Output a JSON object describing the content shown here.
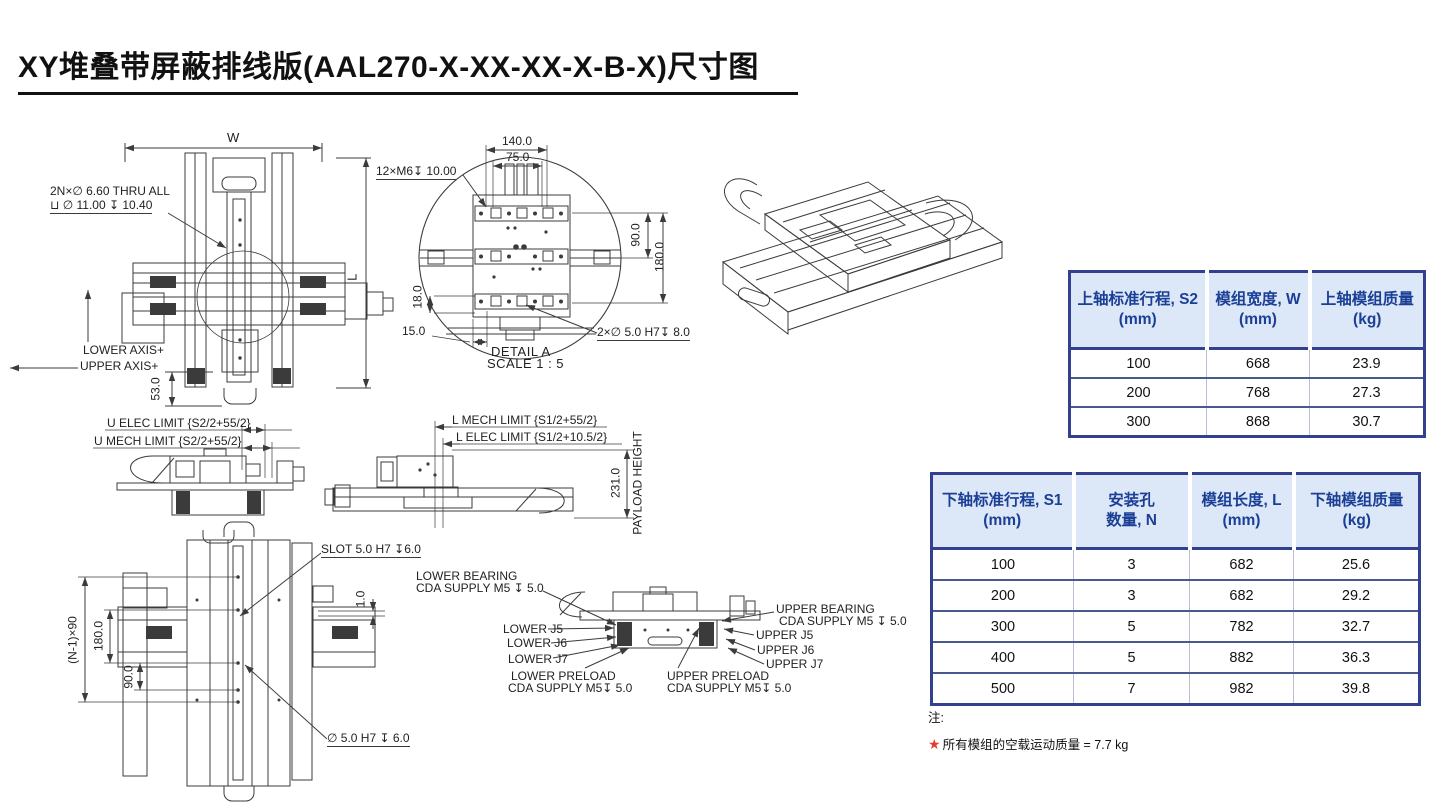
{
  "title": "XY堆叠带屏蔽排线版(AAL270-X-XX-XX-X-B-X)尺寸图",
  "front_view": {
    "dim_w": "W",
    "dim_l": "L",
    "hole_note_line1": "2N×∅ 6.60 THRU ALL",
    "hole_note_line2": "⊔ ∅ 11.00 ↧ 10.40",
    "lower_axis_label": "LOWER AXIS+",
    "upper_axis_label": "UPPER AXIS+",
    "dim_53": "53.0"
  },
  "detail_a": {
    "dim_140": "140.0",
    "dim_75": "75.0",
    "thread_note": "12×M6↧ 10.00",
    "dim_90": "90.0",
    "dim_180": "180.0",
    "dim_18": "18.0",
    "dim_15": "15.0",
    "pin_note": "2×∅ 5.0 H7↧ 8.0",
    "caption_title": "DETAIL A",
    "caption_scale": "SCALE 1 : 5"
  },
  "upper_side_view": {
    "elec_limit": "U ELEC LIMIT {S2/2+55/2}",
    "mech_limit": "U MECH LIMIT {S2/2+55/2}"
  },
  "lower_side_view": {
    "mech_limit": "L MECH LIMIT {S1/2+55/2}",
    "elec_limit": "L ELEC LIMIT {S1/2+10.5/2}",
    "dim_231": "231.0",
    "payload_height": "PAYLOAD HEIGHT"
  },
  "bottom_view": {
    "dim_pitch": "(N-1)×90",
    "dim_180": "180.0",
    "dim_90": "90.0",
    "dim_1": "1.0",
    "slot_note": "SLOT 5.0 H7 ↧6.0",
    "pin_note": "∅ 5.0 H7 ↧ 6.0"
  },
  "cda_view": {
    "lower_bearing_line1": "LOWER BEARING",
    "lower_bearing_line2": "CDA SUPPLY M5 ↧ 5.0",
    "upper_bearing_line1": "UPPER BEARING",
    "upper_bearing_line2": "CDA SUPPLY M5 ↧ 5.0",
    "lower_j5": "LOWER J5",
    "lower_j6": "LOWER J6",
    "lower_j7": "LOWER J7",
    "upper_j5": "UPPER J5",
    "upper_j6": "UPPER J6",
    "upper_j7": "UPPER J7",
    "lower_preload_line1": "LOWER PRELOAD",
    "lower_preload_line2": "CDA SUPPLY M5↧ 5.0",
    "upper_preload_line1": "UPPER PRELOAD",
    "upper_preload_line2": "CDA SUPPLY M5↧ 5.0"
  },
  "upper_axis_table": {
    "headers": [
      {
        "line1": "上轴标准行程, S2",
        "line2": "(mm)"
      },
      {
        "line1": "模组宽度, W",
        "line2": "(mm)"
      },
      {
        "line1": "上轴模组质量",
        "line2": "(kg)"
      }
    ],
    "rows": [
      [
        "100",
        "668",
        "23.9"
      ],
      [
        "200",
        "768",
        "27.3"
      ],
      [
        "300",
        "868",
        "30.7"
      ]
    ]
  },
  "lower_axis_table": {
    "headers": [
      {
        "line1": "下轴标准行程, S1",
        "line2": "(mm)"
      },
      {
        "line1": "安装孔",
        "line2": "数量, N"
      },
      {
        "line1": "模组长度, L",
        "line2": "(mm)"
      },
      {
        "line1": "下轴模组质量",
        "line2": "(kg)"
      }
    ],
    "rows": [
      [
        "100",
        "3",
        "682",
        "25.6"
      ],
      [
        "200",
        "3",
        "682",
        "29.2"
      ],
      [
        "300",
        "5",
        "782",
        "32.7"
      ],
      [
        "400",
        "5",
        "882",
        "36.3"
      ],
      [
        "500",
        "7",
        "982",
        "39.8"
      ]
    ]
  },
  "notes": {
    "label": "注:",
    "star": "★",
    "text": "所有模组的空载运动质量 = 7.7 kg"
  },
  "colors": {
    "table_border": "#32408f",
    "table_header_bg": "#dce8f7",
    "table_header_text": "#1b3f97",
    "line_art": "#3b3b3b",
    "note_star": "#e63c2f"
  }
}
